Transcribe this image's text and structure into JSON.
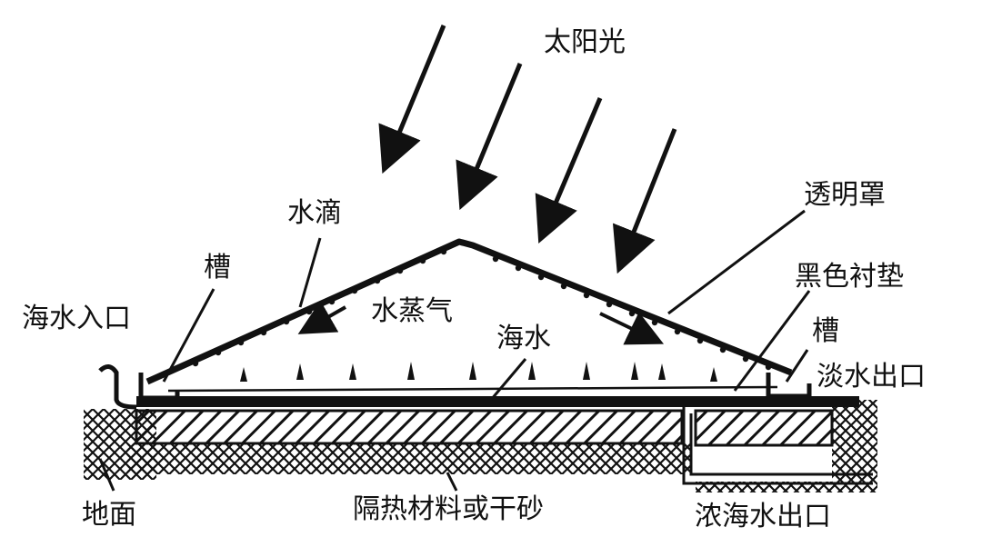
{
  "labels": {
    "sunlight": "太阳光",
    "water_drops": "水滴",
    "transparent_cover": "透明罩",
    "trough_left": "槽",
    "black_liner": "黑色衬垫",
    "seawater_inlet": "海水入口",
    "water_vapor": "水蒸气",
    "seawater": "海水",
    "trough_right": "槽",
    "fresh_water_outlet": "淡水出口",
    "ground": "地面",
    "insulation": "隔热材料或干砂",
    "brine_outlet": "浓海水出口"
  },
  "colors": {
    "ink": "#111111",
    "background": "#ffffff"
  }
}
